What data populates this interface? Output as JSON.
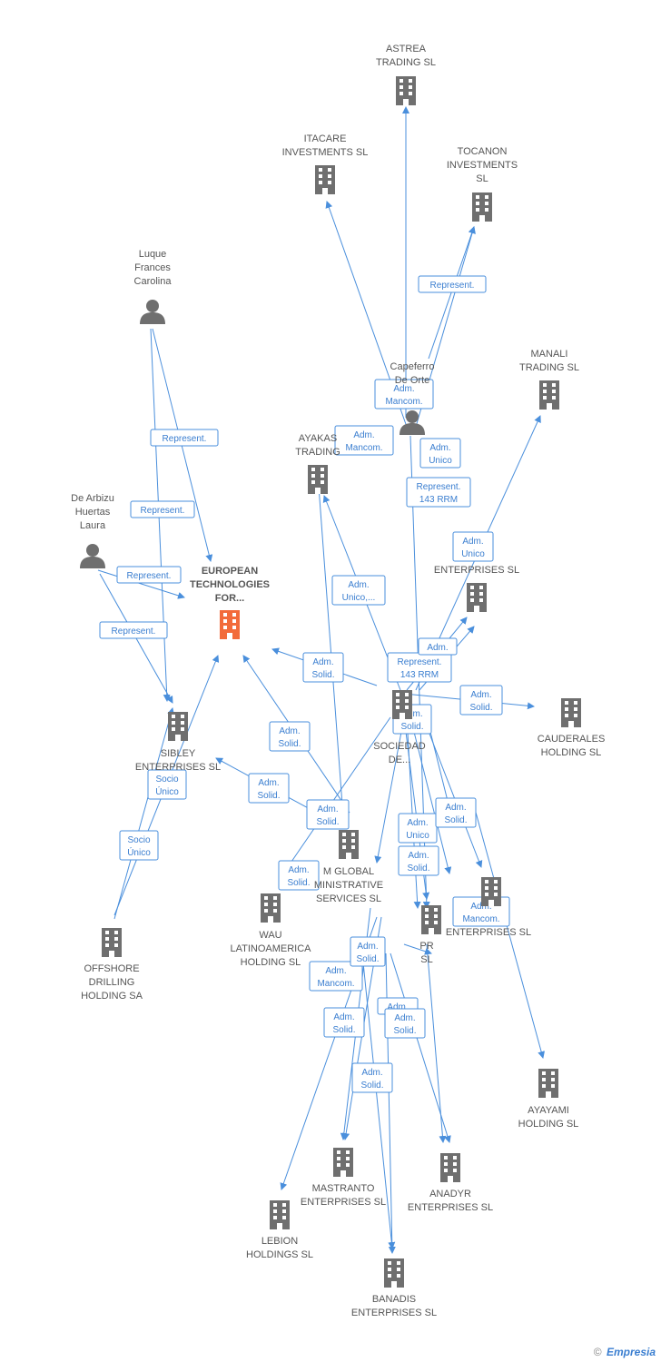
{
  "colors": {
    "accent": "#4a8fdc",
    "node": "#6f6f6f",
    "focus_node": "#f26b3a",
    "label": "#555555"
  },
  "footer": {
    "copyright": "©",
    "brand": "Empresia"
  },
  "nodes": [
    {
      "id": "astrea",
      "type": "company",
      "label": [
        "ASTREA",
        "TRADING SL"
      ]
    },
    {
      "id": "itacare",
      "type": "company",
      "label": [
        "ITACARE",
        "INVESTMENTS SL"
      ]
    },
    {
      "id": "tocanon",
      "type": "company",
      "label": [
        "TOCANON",
        "INVESTMENTS",
        "SL"
      ]
    },
    {
      "id": "luque",
      "type": "person",
      "label": [
        "Luque",
        "Frances",
        "Carolina"
      ]
    },
    {
      "id": "manali",
      "type": "company",
      "label": [
        "MANALI",
        "TRADING SL"
      ]
    },
    {
      "id": "capeferro",
      "type": "person",
      "label": [
        "Capeferro",
        "De Orte"
      ]
    },
    {
      "id": "ayakas",
      "type": "company",
      "label": [
        "AYAKAS",
        "TRADING"
      ]
    },
    {
      "id": "dearbizu",
      "type": "person",
      "label": [
        "De Arbizu",
        "Huertas",
        "Laura"
      ]
    },
    {
      "id": "european",
      "type": "focus",
      "label": [
        "EUROPEAN",
        "TECHNOLOGIES",
        "FOR..."
      ]
    },
    {
      "id": "enterprises1",
      "type": "company",
      "label": [
        "ENTERPRISES SL"
      ]
    },
    {
      "id": "sociedad",
      "type": "company",
      "label": [
        "SOCIEDAD",
        "DE..."
      ]
    },
    {
      "id": "cauderales",
      "type": "company",
      "label": [
        "CAUDERALES",
        "HOLDING SL"
      ]
    },
    {
      "id": "sibley",
      "type": "company",
      "label": [
        "SIBLEY",
        "ENTERPRISES SL"
      ]
    },
    {
      "id": "global",
      "type": "company",
      "label": [
        "M GLOBAL",
        "MINISTRATIVE",
        "SERVICES  SL"
      ]
    },
    {
      "id": "enterprises2",
      "type": "company",
      "label": [
        "ENTERPRISES SL"
      ]
    },
    {
      "id": "pr",
      "type": "company",
      "label": [
        "PR",
        "SL"
      ]
    },
    {
      "id": "offshore",
      "type": "company",
      "label": [
        "OFFSHORE",
        "DRILLING",
        "HOLDING SA"
      ]
    },
    {
      "id": "wau",
      "type": "company",
      "label": [
        "WAU",
        "LATINOAMERICA",
        "HOLDING SL"
      ]
    },
    {
      "id": "ayayami",
      "type": "company",
      "label": [
        "AYAYAMI",
        "HOLDING SL"
      ]
    },
    {
      "id": "mastranto",
      "type": "company",
      "label": [
        "MASTRANTO",
        "ENTERPRISES SL"
      ]
    },
    {
      "id": "anadyr",
      "type": "company",
      "label": [
        "ANADYR",
        "ENTERPRISES SL"
      ]
    },
    {
      "id": "lebion",
      "type": "company",
      "label": [
        "LEBION",
        "HOLDINGS SL"
      ]
    },
    {
      "id": "banadis",
      "type": "company",
      "label": [
        "BANADIS",
        "ENTERPRISES SL"
      ]
    }
  ],
  "edges": [
    {
      "label": [
        "Represent."
      ]
    },
    {
      "label": [
        "Represent."
      ]
    },
    {
      "label": [
        "Represent."
      ]
    },
    {
      "label": [
        "Represent."
      ]
    },
    {
      "label": [
        "Represent."
      ]
    },
    {
      "label": [
        "Adm.",
        "Mancom."
      ]
    },
    {
      "label": [
        "Adm.",
        "Mancom."
      ]
    },
    {
      "label": [
        "Adm.",
        "Unico"
      ]
    },
    {
      "label": [
        "Represent.",
        "143 RRM"
      ]
    },
    {
      "label": [
        "Adm.",
        "Unico"
      ]
    },
    {
      "label": [
        "Adm.",
        "Unico,..."
      ]
    },
    {
      "label": [
        "Adm.",
        "Solid."
      ]
    },
    {
      "label": [
        "Represent.",
        "143 RRM"
      ]
    },
    {
      "label": [
        "Adm."
      ]
    },
    {
      "label": [
        "Adm.",
        "Solid."
      ]
    },
    {
      "label": [
        "Adm.",
        "Solid."
      ]
    },
    {
      "label": [
        "Adm.",
        "Solid."
      ]
    },
    {
      "label": [
        "Adm.",
        "Solid."
      ]
    },
    {
      "label": [
        "Socio",
        "Único"
      ]
    },
    {
      "label": [
        "Socio",
        "Único"
      ]
    },
    {
      "label": [
        "Adm.",
        "Solid."
      ]
    },
    {
      "label": [
        "Adm.",
        "Solid."
      ]
    },
    {
      "label": [
        "Adm.",
        "Unico"
      ]
    },
    {
      "label": [
        "Adm.",
        "Solid."
      ]
    },
    {
      "label": [
        "Adm.",
        "Mancom."
      ]
    },
    {
      "label": [
        "Adm.",
        "Solid."
      ]
    },
    {
      "label": [
        "Adm.",
        "Mancom."
      ]
    },
    {
      "label": [
        "Adm.",
        "Solid."
      ]
    },
    {
      "label": [
        "Adm.",
        "Solid."
      ]
    },
    {
      "label": [
        "Adm."
      ]
    },
    {
      "label": [
        "Adm.",
        "Solid."
      ]
    },
    {
      "label": [
        "Adm.",
        "Solid."
      ]
    }
  ]
}
